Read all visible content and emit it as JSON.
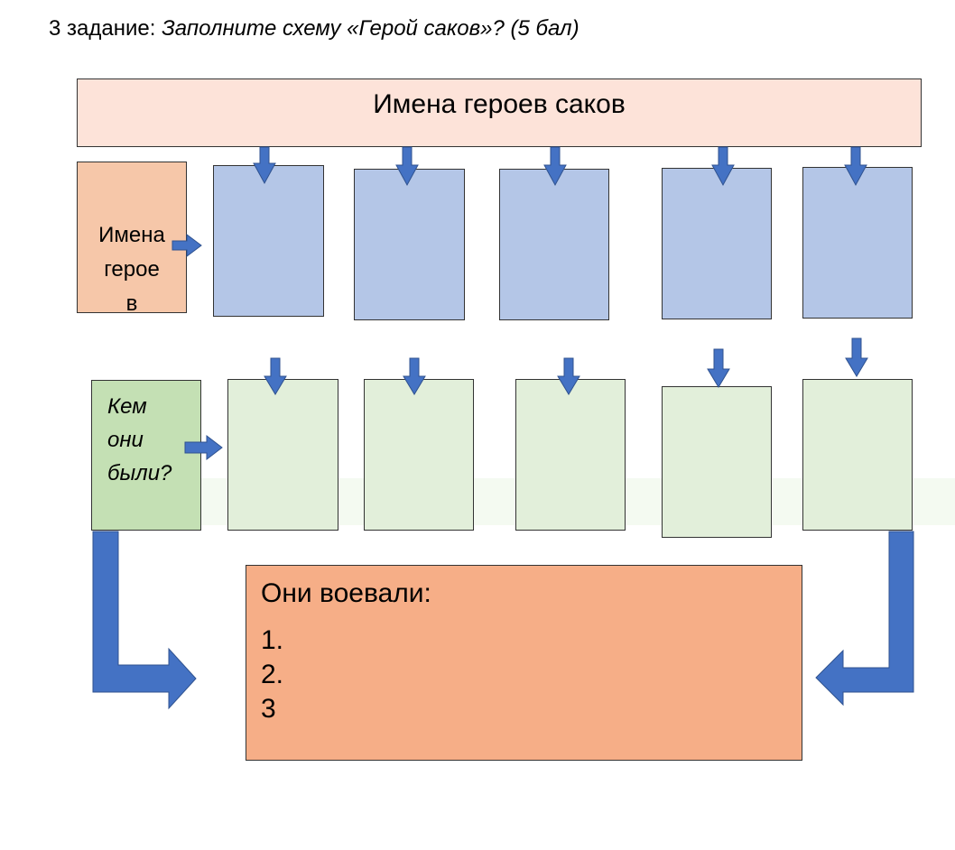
{
  "task": {
    "number_label": "3 задание:",
    "instruction": "Заполните схему «Герой саков»? (5 бал)"
  },
  "diagram": {
    "header": "Имена героев саков",
    "row1_label": "Имена героев",
    "row1_label_visible_lines": [
      "Имена",
      "герое",
      "в"
    ],
    "row2_label_lines": [
      "Кем",
      "они",
      "были?"
    ],
    "row1_boxes": [
      "",
      "",
      "",
      "",
      ""
    ],
    "row2_boxes": [
      "",
      "",
      "",
      "",
      ""
    ],
    "result": {
      "heading": "Они воевали:",
      "items": [
        "1.",
        "2.",
        "3"
      ]
    },
    "colors": {
      "header_fill": "#fde3d9",
      "row1_label_fill": "#f6c7a9",
      "row1_box_fill": "#b4c6e7",
      "row2_label_fill": "#c4e0b4",
      "row2_box_fill": "#e2efda",
      "result_fill": "#f6ae87",
      "arrow_fill": "#4472c4"
    }
  }
}
